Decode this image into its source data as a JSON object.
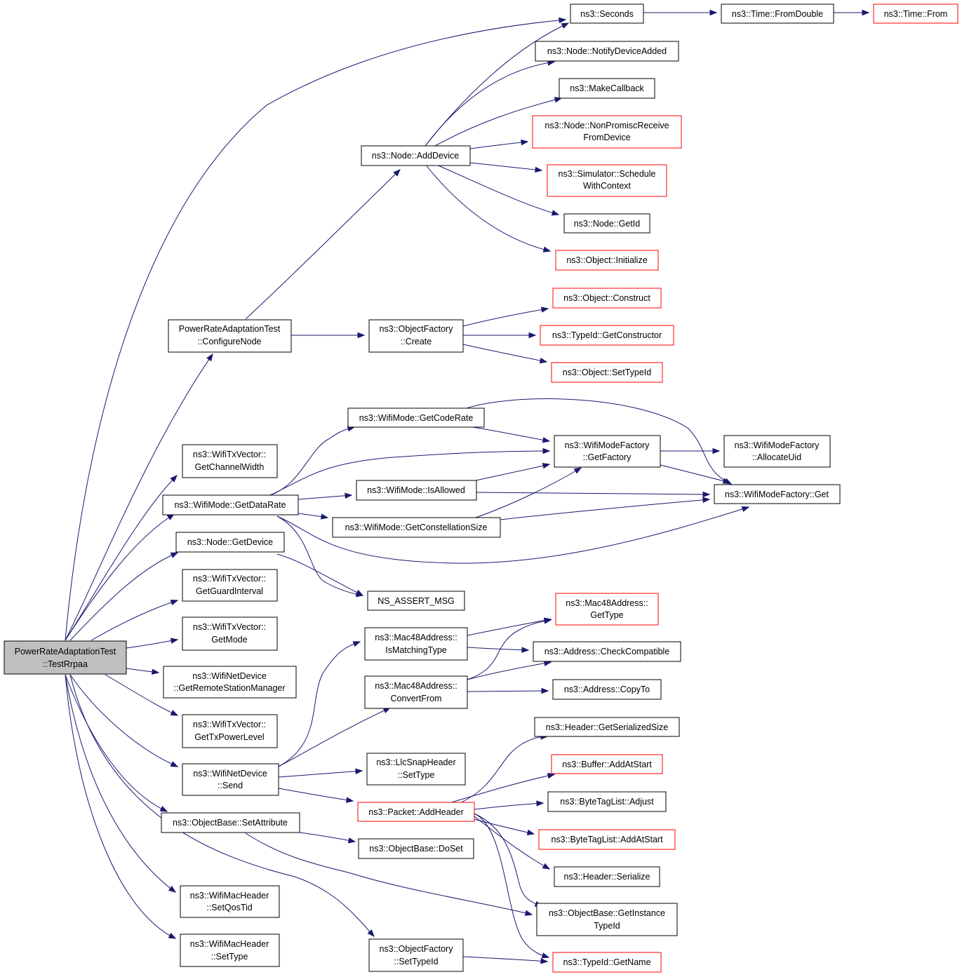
{
  "colors": {
    "edge": "#191970",
    "node_border": "#000000",
    "truncated_border": "#ff0000",
    "root_fill": "#bfbfbf",
    "node_fill": "#ffffff"
  },
  "nodes": [
    {
      "id": "root",
      "lines": [
        "PowerRateAdaptationTest",
        "::TestRrpaa"
      ],
      "style": "root"
    },
    {
      "id": "seconds",
      "lines": [
        "ns3::Seconds"
      ],
      "style": "normal"
    },
    {
      "id": "fromdouble",
      "lines": [
        "ns3::Time::FromDouble"
      ],
      "style": "normal"
    },
    {
      "id": "timefrom",
      "lines": [
        "ns3::Time::From"
      ],
      "style": "truncated"
    },
    {
      "id": "notifydev",
      "lines": [
        "ns3::Node::NotifyDeviceAdded"
      ],
      "style": "normal"
    },
    {
      "id": "makecb",
      "lines": [
        "ns3::MakeCallback"
      ],
      "style": "normal"
    },
    {
      "id": "nonpromisc",
      "lines": [
        "ns3::Node::NonPromiscReceive",
        "FromDevice"
      ],
      "style": "truncated"
    },
    {
      "id": "schedctx",
      "lines": [
        "ns3::Simulator::Schedule",
        "WithContext"
      ],
      "style": "truncated"
    },
    {
      "id": "getid",
      "lines": [
        "ns3::Node::GetId"
      ],
      "style": "normal"
    },
    {
      "id": "initialize",
      "lines": [
        "ns3::Object::Initialize"
      ],
      "style": "truncated"
    },
    {
      "id": "adddevice",
      "lines": [
        "ns3::Node::AddDevice"
      ],
      "style": "normal"
    },
    {
      "id": "construct",
      "lines": [
        "ns3::Object::Construct"
      ],
      "style": "truncated"
    },
    {
      "id": "getctor",
      "lines": [
        "ns3::TypeId::GetConstructor"
      ],
      "style": "truncated"
    },
    {
      "id": "settypeid_obj",
      "lines": [
        "ns3::Object::SetTypeId"
      ],
      "style": "truncated"
    },
    {
      "id": "configurenode",
      "lines": [
        "PowerRateAdaptationTest",
        "::ConfigureNode"
      ],
      "style": "normal"
    },
    {
      "id": "ofcreate",
      "lines": [
        "ns3::ObjectFactory",
        "::Create"
      ],
      "style": "normal"
    },
    {
      "id": "getcoderate",
      "lines": [
        "ns3::WifiMode::GetCodeRate"
      ],
      "style": "normal"
    },
    {
      "id": "getfactory",
      "lines": [
        "ns3::WifiModeFactory",
        "::GetFactory"
      ],
      "style": "normal"
    },
    {
      "id": "allocuid",
      "lines": [
        "ns3::WifiModeFactory",
        "::AllocateUid"
      ],
      "style": "normal"
    },
    {
      "id": "isallowed",
      "lines": [
        "ns3::WifiMode::IsAllowed"
      ],
      "style": "normal"
    },
    {
      "id": "wmfget",
      "lines": [
        "ns3::WifiModeFactory::Get"
      ],
      "style": "normal"
    },
    {
      "id": "getconst",
      "lines": [
        "ns3::WifiMode::GetConstellationSize"
      ],
      "style": "normal"
    },
    {
      "id": "getchanw",
      "lines": [
        "ns3::WifiTxVector::",
        "GetChannelWidth"
      ],
      "style": "normal"
    },
    {
      "id": "getdatarate",
      "lines": [
        "ns3::WifiMode::GetDataRate"
      ],
      "style": "normal"
    },
    {
      "id": "nodegetdevice",
      "lines": [
        "ns3::Node::GetDevice"
      ],
      "style": "normal"
    },
    {
      "id": "assertmsg",
      "lines": [
        "NS_ASSERT_MSG"
      ],
      "style": "normal"
    },
    {
      "id": "getgi",
      "lines": [
        "ns3::WifiTxVector::",
        "GetGuardInterval"
      ],
      "style": "normal"
    },
    {
      "id": "getmode",
      "lines": [
        "ns3::WifiTxVector::",
        "GetMode"
      ],
      "style": "normal"
    },
    {
      "id": "getrsm",
      "lines": [
        "ns3::WifiNetDevice",
        "::GetRemoteStationManager"
      ],
      "style": "normal"
    },
    {
      "id": "gettxpl",
      "lines": [
        "ns3::WifiTxVector::",
        "GetTxPowerLevel"
      ],
      "style": "normal"
    },
    {
      "id": "mac48gettype",
      "lines": [
        "ns3::Mac48Address::",
        "GetType"
      ],
      "style": "truncated"
    },
    {
      "id": "ismatching",
      "lines": [
        "ns3::Mac48Address::",
        "IsMatchingType"
      ],
      "style": "normal"
    },
    {
      "id": "checkcompat",
      "lines": [
        "ns3::Address::CheckCompatible"
      ],
      "style": "normal"
    },
    {
      "id": "convertfrom",
      "lines": [
        "ns3::Mac48Address::",
        "ConvertFrom"
      ],
      "style": "normal"
    },
    {
      "id": "copyto",
      "lines": [
        "ns3::Address::CopyTo"
      ],
      "style": "normal"
    },
    {
      "id": "getsersize",
      "lines": [
        "ns3::Header::GetSerializedSize"
      ],
      "style": "normal"
    },
    {
      "id": "bufaddstart",
      "lines": [
        "ns3::Buffer::AddAtStart"
      ],
      "style": "truncated"
    },
    {
      "id": "wndsend",
      "lines": [
        "ns3::WifiNetDevice",
        "::Send"
      ],
      "style": "normal"
    },
    {
      "id": "llcsettype",
      "lines": [
        "ns3::LlcSnapHeader",
        "::SetType"
      ],
      "style": "normal"
    },
    {
      "id": "btladjust",
      "lines": [
        "ns3::ByteTagList::Adjust"
      ],
      "style": "normal"
    },
    {
      "id": "pktaddheader",
      "lines": [
        "ns3::Packet::AddHeader"
      ],
      "style": "truncated"
    },
    {
      "id": "btladdstart",
      "lines": [
        "ns3::ByteTagList::AddAtStart"
      ],
      "style": "truncated"
    },
    {
      "id": "setattr",
      "lines": [
        "ns3::ObjectBase::SetAttribute"
      ],
      "style": "normal"
    },
    {
      "id": "doset",
      "lines": [
        "ns3::ObjectBase::DoSet"
      ],
      "style": "normal"
    },
    {
      "id": "hdrserialize",
      "lines": [
        "ns3::Header::Serialize"
      ],
      "style": "normal"
    },
    {
      "id": "getinsttid",
      "lines": [
        "ns3::ObjectBase::GetInstance",
        "TypeId"
      ],
      "style": "normal"
    },
    {
      "id": "setqostid",
      "lines": [
        "ns3::WifiMacHeader",
        "::SetQosTid"
      ],
      "style": "normal"
    },
    {
      "id": "machdrsettype",
      "lines": [
        "ns3::WifiMacHeader",
        "::SetType"
      ],
      "style": "normal"
    },
    {
      "id": "ofsettypeid",
      "lines": [
        "ns3::ObjectFactory",
        "::SetTypeId"
      ],
      "style": "normal"
    },
    {
      "id": "tidgetname",
      "lines": [
        "ns3::TypeId::GetName"
      ],
      "style": "truncated"
    }
  ]
}
